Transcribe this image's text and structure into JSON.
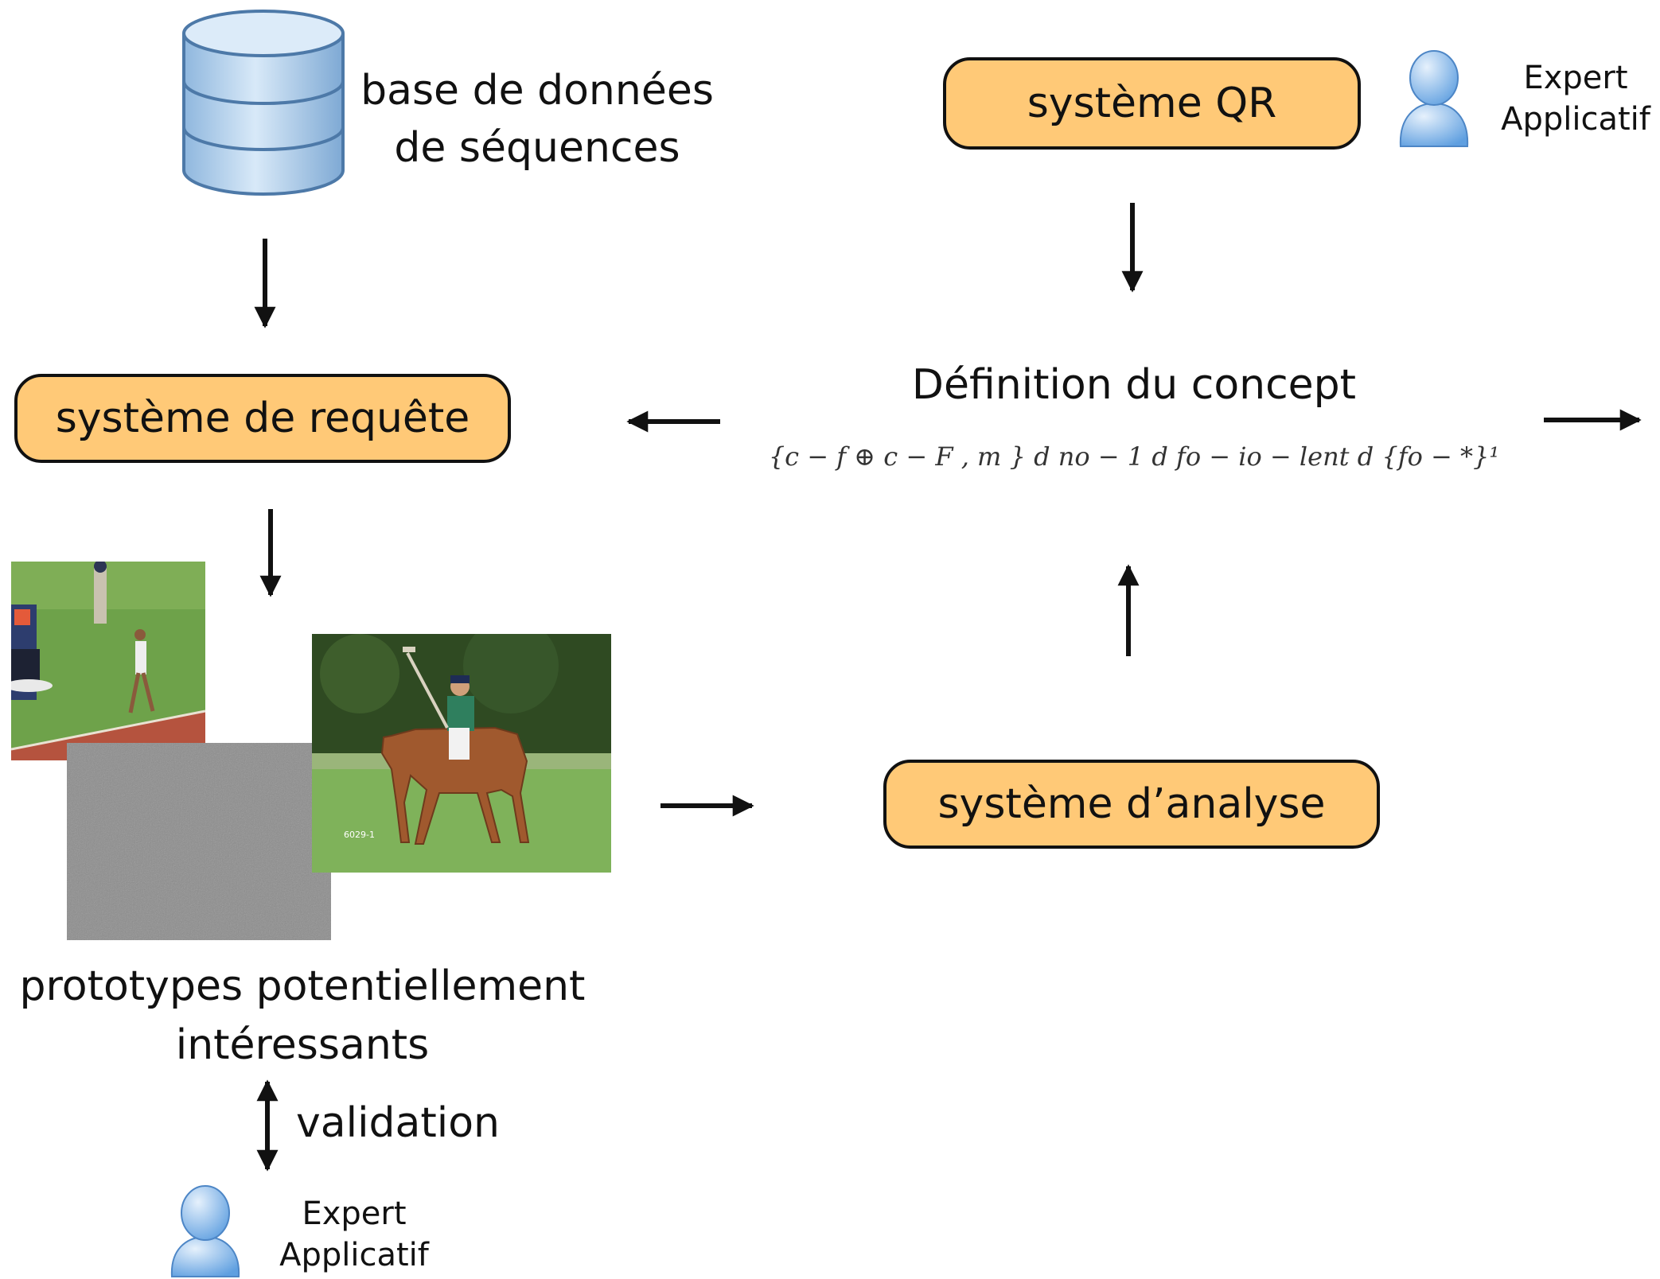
{
  "database": {
    "icon": "database-icon",
    "label_line1": "base de données",
    "label_line2": "de séquences"
  },
  "qr_system": {
    "label": "système QR"
  },
  "expert_top": {
    "icon": "user-icon",
    "line1": "Expert",
    "line2": "Applicatif"
  },
  "query_system": {
    "label": "système de requête"
  },
  "concept": {
    "title": "Définition du concept",
    "formula": "{c − f ⊕ c − F , m }  d no − 1 d fo − io − lent d {fo − *}¹"
  },
  "analysis_system": {
    "label": "système d’analyse"
  },
  "prototypes": {
    "label_line1": "prototypes potentiellement",
    "label_line2": "intéressants",
    "images": [
      "athletics-track-thumbnail",
      "grey-noise-thumbnail",
      "polo-horse-thumbnail"
    ],
    "polo_caption": "6029-1"
  },
  "validation": {
    "label": "validation"
  },
  "expert_bottom": {
    "icon": "user-icon",
    "line1": "Expert",
    "line2": "Applicatif"
  },
  "colors": {
    "box_fill": "#ffc977",
    "user_icon": "#7fb6ec",
    "database": "#b9d5ee"
  }
}
